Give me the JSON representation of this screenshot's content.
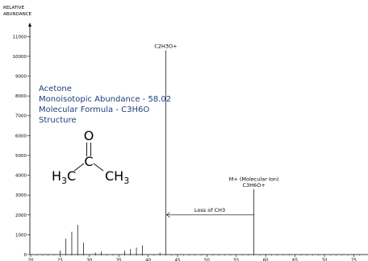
{
  "chart_data": {
    "type": "bar",
    "ylabel_line1": "RELATIVE",
    "ylabel_line2": "ABUNDANCE",
    "xlim": [
      20,
      80
    ],
    "ylim": [
      0,
      11500
    ],
    "x_ticks": [
      20,
      25,
      30,
      35,
      40,
      45,
      50,
      55,
      60,
      65,
      70,
      75
    ],
    "y_ticks": [
      0,
      1000,
      2000,
      3000,
      4000,
      5000,
      6000,
      7000,
      8000,
      9000,
      10000,
      11000
    ],
    "peaks": [
      {
        "x": 25,
        "y": 200
      },
      {
        "x": 26,
        "y": 800
      },
      {
        "x": 27,
        "y": 1150
      },
      {
        "x": 28,
        "y": 1500
      },
      {
        "x": 29,
        "y": 600
      },
      {
        "x": 31,
        "y": 100
      },
      {
        "x": 32,
        "y": 150
      },
      {
        "x": 36,
        "y": 200
      },
      {
        "x": 37,
        "y": 280
      },
      {
        "x": 38,
        "y": 350
      },
      {
        "x": 39,
        "y": 470
      },
      {
        "x": 42,
        "y": 100
      },
      {
        "x": 43,
        "y": 10300
      },
      {
        "x": 58,
        "y": 3300
      }
    ],
    "peak_labels": [
      {
        "x": 43,
        "y": 10300,
        "lines": [
          "C2H3O+"
        ]
      },
      {
        "x": 58,
        "y": 3300,
        "lines": [
          "M+ (Molecular Ion)",
          "C3H6O+"
        ]
      }
    ],
    "arrow": {
      "from_x": 58,
      "to_x": 43,
      "y": 2000,
      "label": "Loss of CH3"
    }
  },
  "info": {
    "name": "Acetone",
    "abundance": "Monoisotopic Abundance - 58.02",
    "formula": "Molecular Formula - C3H6O",
    "structure": "Structure"
  },
  "structure": {
    "top_atom": "O",
    "center_atom": "C",
    "left_group": "H",
    "left_sub": "3",
    "left_c": "C",
    "right_group": "CH",
    "right_sub": "3"
  }
}
